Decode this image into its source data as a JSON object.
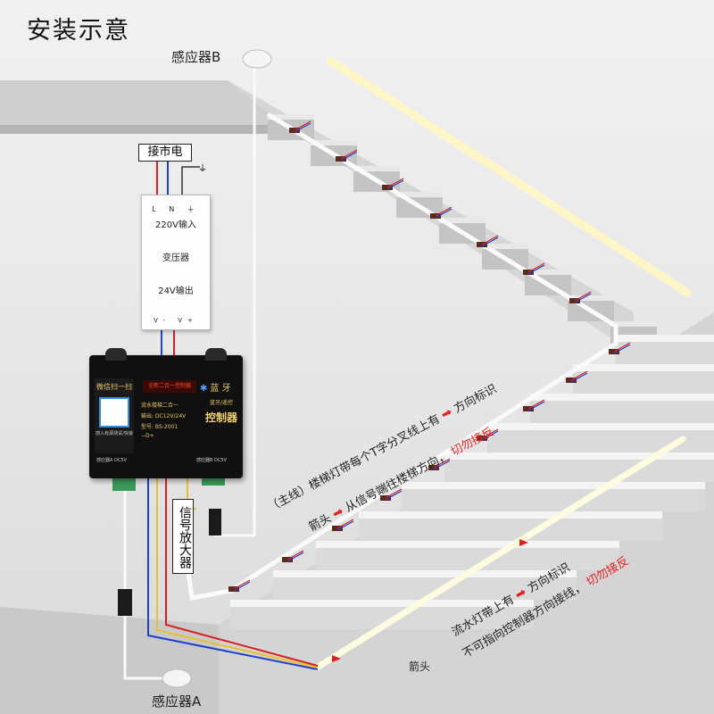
{
  "title": "安装示意",
  "sensor_b": "感应器B",
  "sensor_a": "感应器A",
  "mains": "接市电",
  "transformer": {
    "terminals_top": "L N ⏚",
    "input": "220V输入",
    "name": "变压器",
    "output": "24V输出",
    "terminals_bottom": "V- V+"
  },
  "controller": {
    "scan": "微信扫一扫",
    "scan_small": "感入有源测试/快速",
    "display": "全新二合一控制器",
    "bluetooth": "蓝 牙",
    "side_text": "流水楼梯二合一",
    "model_voltage": "输出: DC12V/24V",
    "model_code": "型号: BS-2001",
    "right_big": "控制器",
    "right_small": "蓝牙/遥控",
    "bottom_left": "感应器A DC5V",
    "bottom_right": "感应器B DC5V",
    "port_label": "−D+"
  },
  "amplifier": "信号放大器",
  "main_note": {
    "prefix": "（主线）楼梯灯带每个T字分叉线上有",
    "suffix": "方向标识",
    "line2_prefix": "箭头",
    "line2_mid": "从信号端往楼梯方向，",
    "line2_warn": "切勿接反"
  },
  "flow_note": {
    "prefix": "流水灯带上有",
    "suffix": "方向标识",
    "line2": "不可指向控制器方向接线，",
    "line2_warn": "切勿接反"
  },
  "arrow_tag": "箭头",
  "colors": {
    "wire_red": "#d82020",
    "wire_blue": "#2040c8",
    "wire_yellow": "#e8c030",
    "wire_white": "#ffffff",
    "warn": "#e02020"
  }
}
